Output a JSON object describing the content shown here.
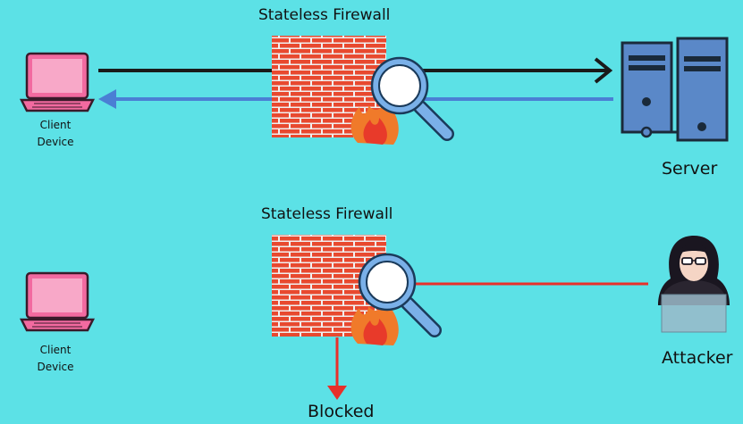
{
  "top_scenario": {
    "title": "Stateless Firewall",
    "client": {
      "line1": "Client",
      "line2": "Device"
    },
    "server_label": "Server"
  },
  "bottom_scenario": {
    "title": "Stateless Firewall",
    "client": {
      "line1": "Client",
      "line2": "Device"
    },
    "attacker_label": "Attacker",
    "blocked_label": "Blocked"
  },
  "colors": {
    "background": "#5ce1e6",
    "request_arrow": "#1a1a1a",
    "response_arrow": "#4a7fd4",
    "attack_line": "#e8302a",
    "brick": "#e8492f",
    "flame": "#f07a2a",
    "laptop": "#f26aa0",
    "server": "#5a88c8"
  }
}
